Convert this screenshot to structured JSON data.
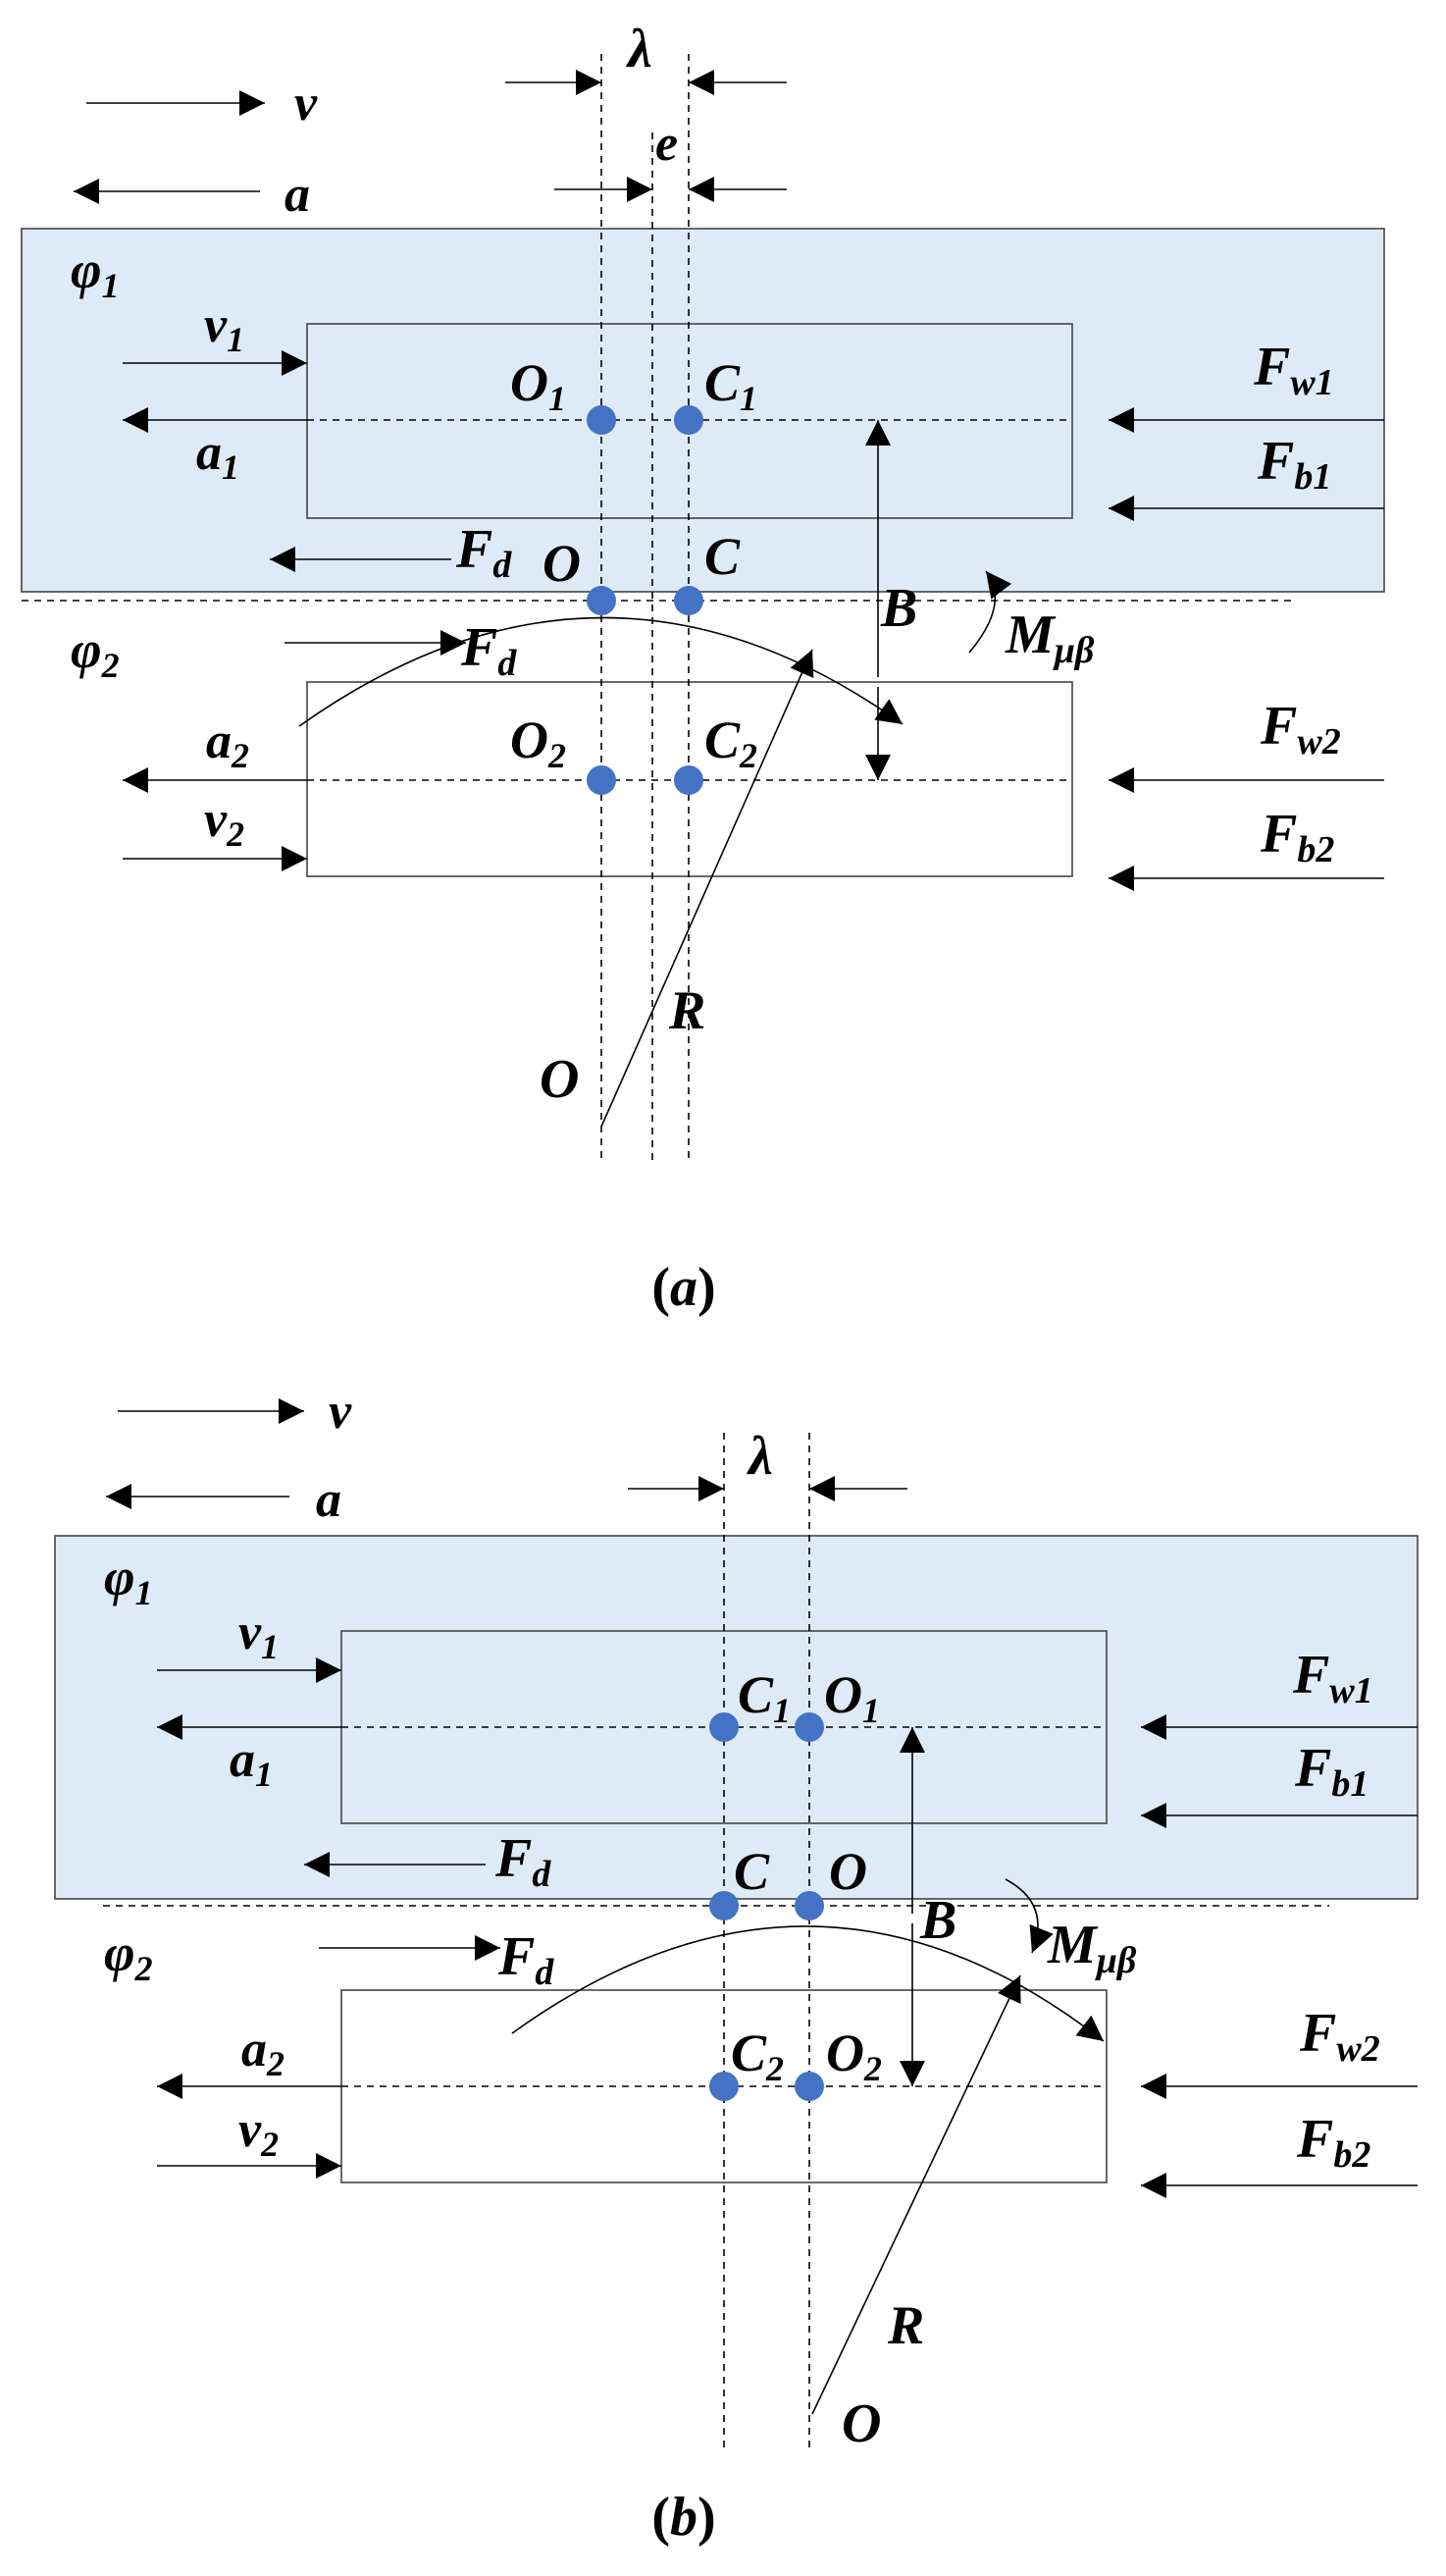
{
  "colors": {
    "band_fill": "#deebf6",
    "point_fill": "#4472c4",
    "line": "#000000"
  },
  "panel_a": {
    "caption": {
      "open": "(",
      "letter": "a",
      "close": ")"
    },
    "v": "v",
    "a": "a",
    "lambda": "λ",
    "e": "e",
    "phi1": {
      "base": "φ",
      "sub": "1"
    },
    "phi2": {
      "base": "φ",
      "sub": "2"
    },
    "v1": {
      "base": "v",
      "sub": "1"
    },
    "a1": {
      "base": "a",
      "sub": "1"
    },
    "a2": {
      "base": "a",
      "sub": "2"
    },
    "v2": {
      "base": "v",
      "sub": "2"
    },
    "O1": {
      "base": "O",
      "sub": "1"
    },
    "C1": {
      "base": "C",
      "sub": "1"
    },
    "O": "O",
    "C": "C",
    "O2": {
      "base": "O",
      "sub": "2"
    },
    "C2": {
      "base": "C",
      "sub": "2"
    },
    "Fw1": {
      "base": "F",
      "sub": "w1"
    },
    "Fb1": {
      "base": "F",
      "sub": "b1"
    },
    "Fw2": {
      "base": "F",
      "sub": "w2"
    },
    "Fb2": {
      "base": "F",
      "sub": "b2"
    },
    "Fd_top": {
      "base": "F",
      "sub": "d"
    },
    "Fd_bot": {
      "base": "F",
      "sub": "d"
    },
    "B": "B",
    "M": {
      "base": "M",
      "sub": "μβ"
    },
    "R": "R",
    "O_center": "O"
  },
  "panel_b": {
    "caption": {
      "open": "(",
      "letter": "b",
      "close": ")"
    },
    "v": "v",
    "a": "a",
    "lambda": "λ",
    "phi1": {
      "base": "φ",
      "sub": "1"
    },
    "phi2": {
      "base": "φ",
      "sub": "2"
    },
    "v1": {
      "base": "v",
      "sub": "1"
    },
    "a1": {
      "base": "a",
      "sub": "1"
    },
    "a2": {
      "base": "a",
      "sub": "2"
    },
    "v2": {
      "base": "v",
      "sub": "2"
    },
    "C1": {
      "base": "C",
      "sub": "1"
    },
    "O1": {
      "base": "O",
      "sub": "1"
    },
    "C": "C",
    "O": "O",
    "C2": {
      "base": "C",
      "sub": "2"
    },
    "O2": {
      "base": "O",
      "sub": "2"
    },
    "Fw1": {
      "base": "F",
      "sub": "w1"
    },
    "Fb1": {
      "base": "F",
      "sub": "b1"
    },
    "Fw2": {
      "base": "F",
      "sub": "w2"
    },
    "Fb2": {
      "base": "F",
      "sub": "b2"
    },
    "Fd_top": {
      "base": "F",
      "sub": "d"
    },
    "Fd_bot": {
      "base": "F",
      "sub": "d"
    },
    "B": "B",
    "M": {
      "base": "M",
      "sub": "μβ"
    },
    "R": "R",
    "O_center": "O"
  }
}
